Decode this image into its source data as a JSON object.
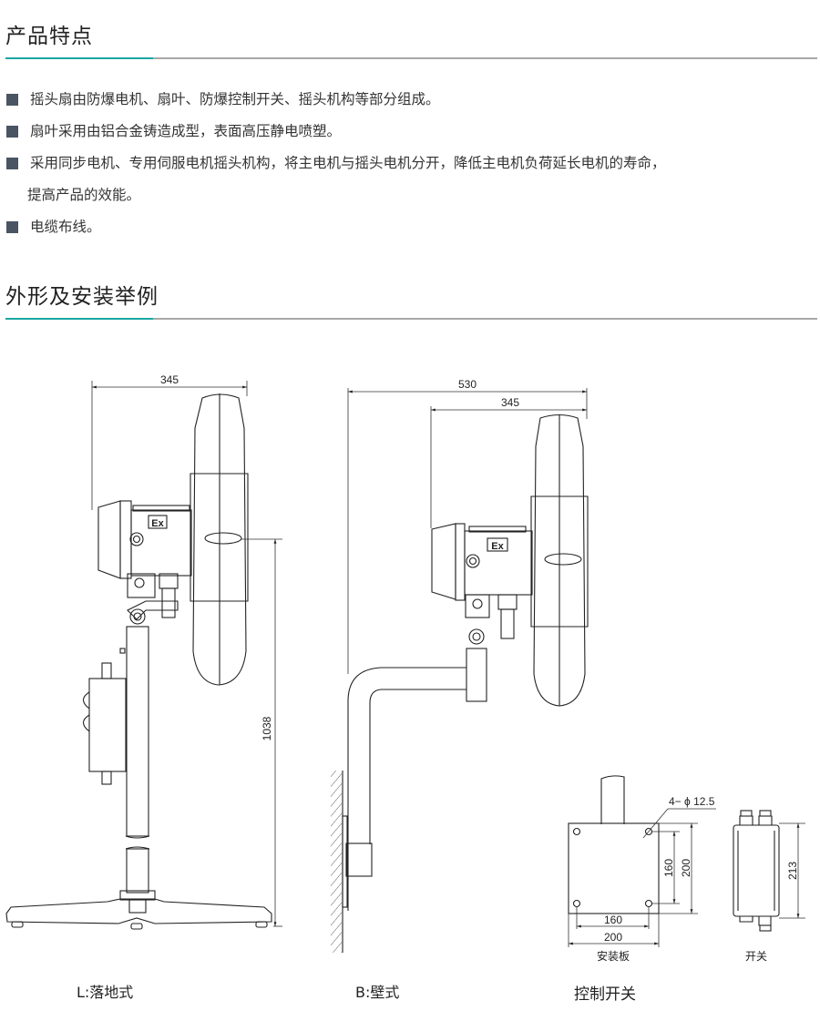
{
  "sections": {
    "features": {
      "title": "产品特点",
      "items": [
        "摇头扇由防爆电机、扇叶、防爆控制开关、摇头机构等部分组成。",
        "扇叶采用由铝合金铸造成型，表面高压静电喷塑。",
        "采用同步电机、专用伺服电机摇头机构，将主电机与摇头电机分开，降低主电机负荷延长电机的寿命，",
        "电缆布线。"
      ],
      "item3_continuation": "提高产品的效能。"
    },
    "installation": {
      "title": "外形及安装举例"
    }
  },
  "colors": {
    "accent": "#1aa7a3",
    "rule": "#a8a8a8",
    "bullet": "#4a5563"
  },
  "drawings": {
    "floor": {
      "caption": "L:落地式",
      "width_dim": "345",
      "height_dim": "1038",
      "badge": "Ex"
    },
    "wall": {
      "caption": "B:壁式",
      "overall_dim": "530",
      "width_dim": "345",
      "badge": "Ex"
    },
    "control_switch": {
      "caption": "控制开关",
      "plate_label": "安装板",
      "switch_label": "开关",
      "hole_note": "4− ϕ 12.5",
      "plate_hole_spacing_h": "160",
      "plate_width": "200",
      "plate_hole_spacing_v": "160",
      "plate_height": "200",
      "switch_height": "213"
    }
  }
}
